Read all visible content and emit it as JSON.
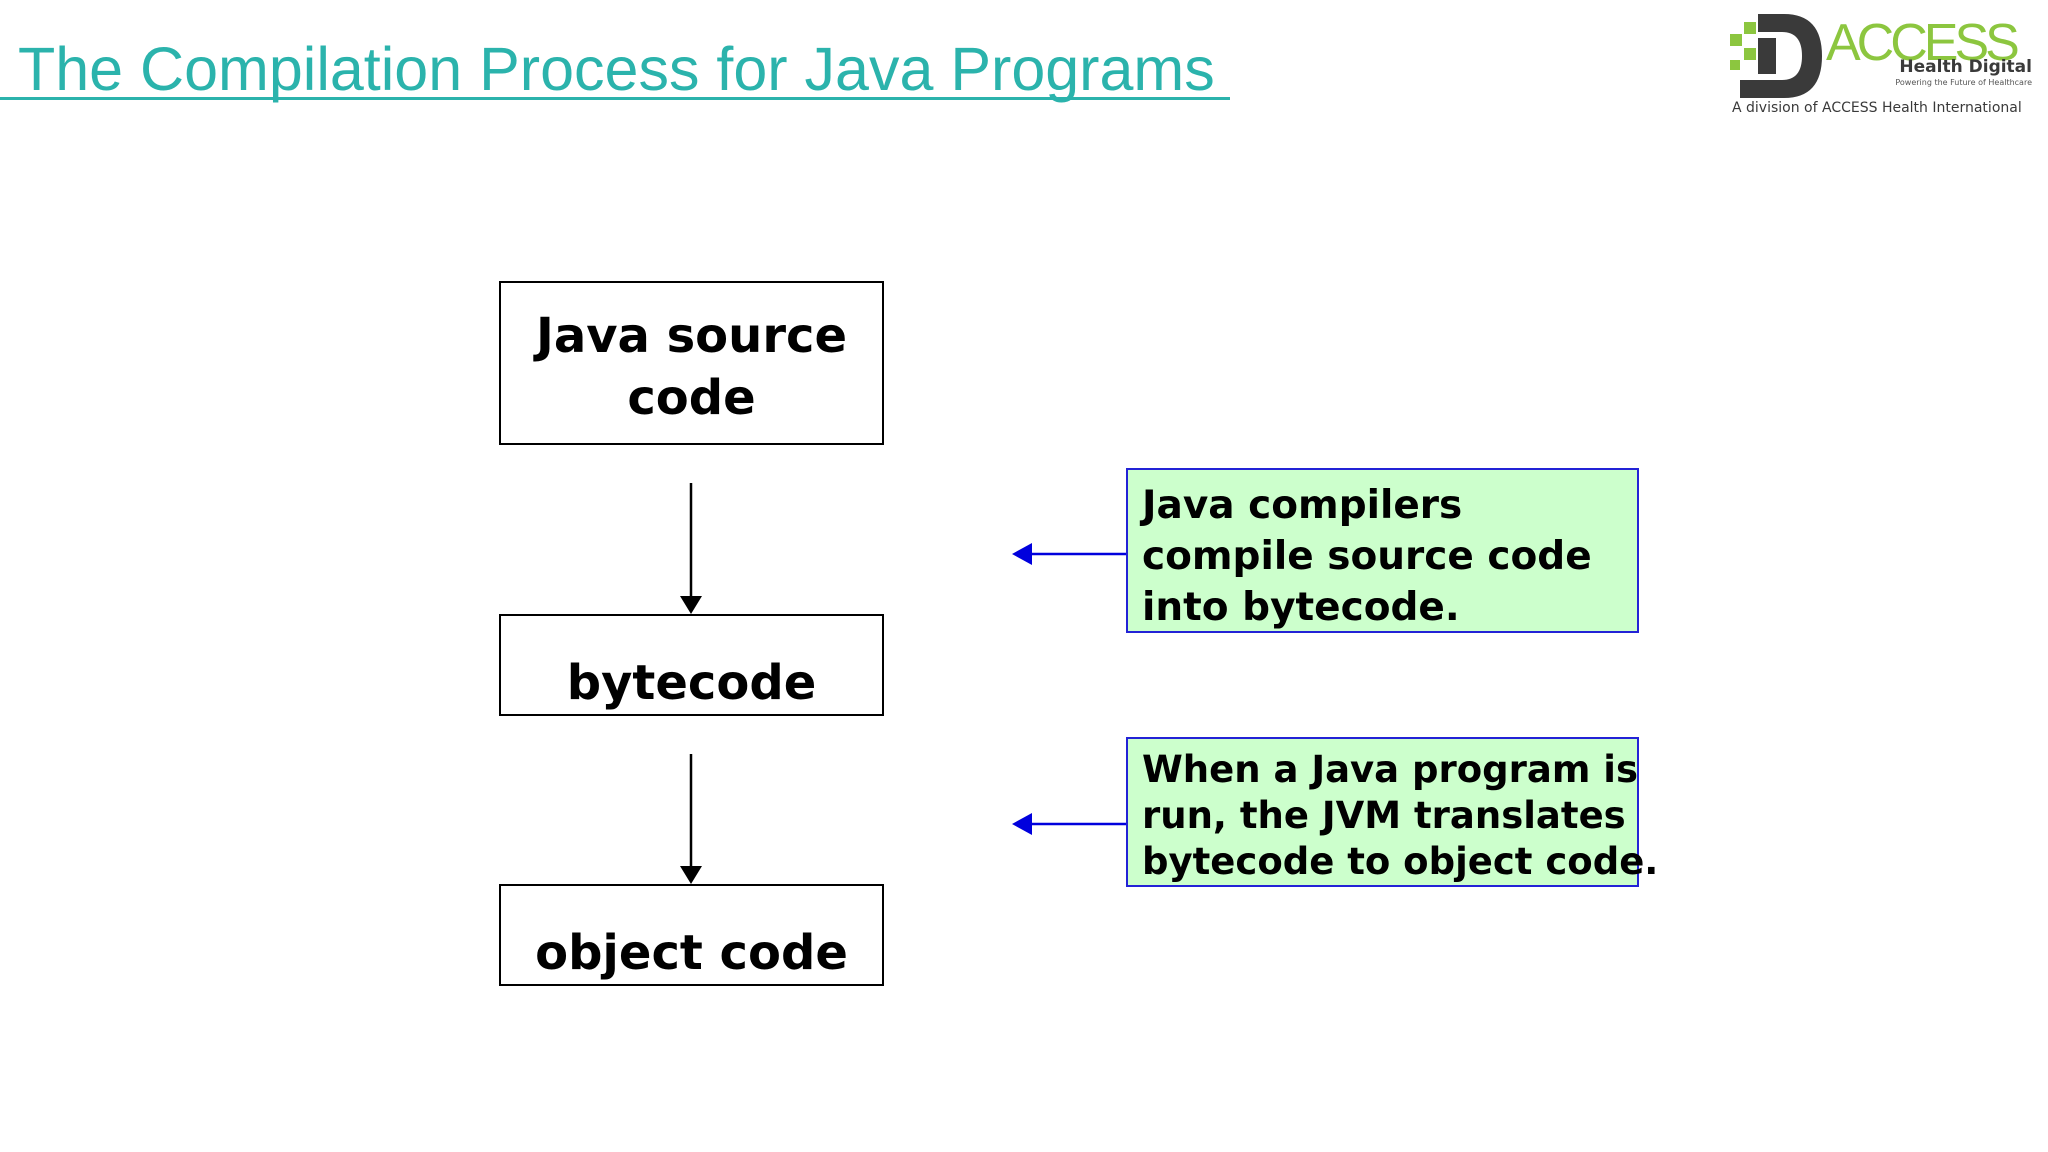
{
  "title": "The Compilation Process for Java Programs",
  "logo": {
    "name": "ACCESS",
    "line1": "Health Digital",
    "tagline": "Powering the Future of Healthcare",
    "division": "A division of ACCESS Health International"
  },
  "flow": {
    "source": [
      "Java source",
      "code"
    ],
    "bytecode": "bytecode",
    "object": "object code"
  },
  "notes": {
    "compile": [
      "Java compilers",
      "compile source code",
      "into bytecode."
    ],
    "run": [
      "When a Java program is",
      "run, the JVM translates",
      "bytecode to object code."
    ]
  },
  "colors": {
    "title": "#2bb3ac",
    "note_fill": "#ccffcc",
    "note_border": "#2323d6",
    "note_arrow": "#0000dd",
    "logo_green": "#8cc63f",
    "logo_dark": "#3a3a3a"
  }
}
